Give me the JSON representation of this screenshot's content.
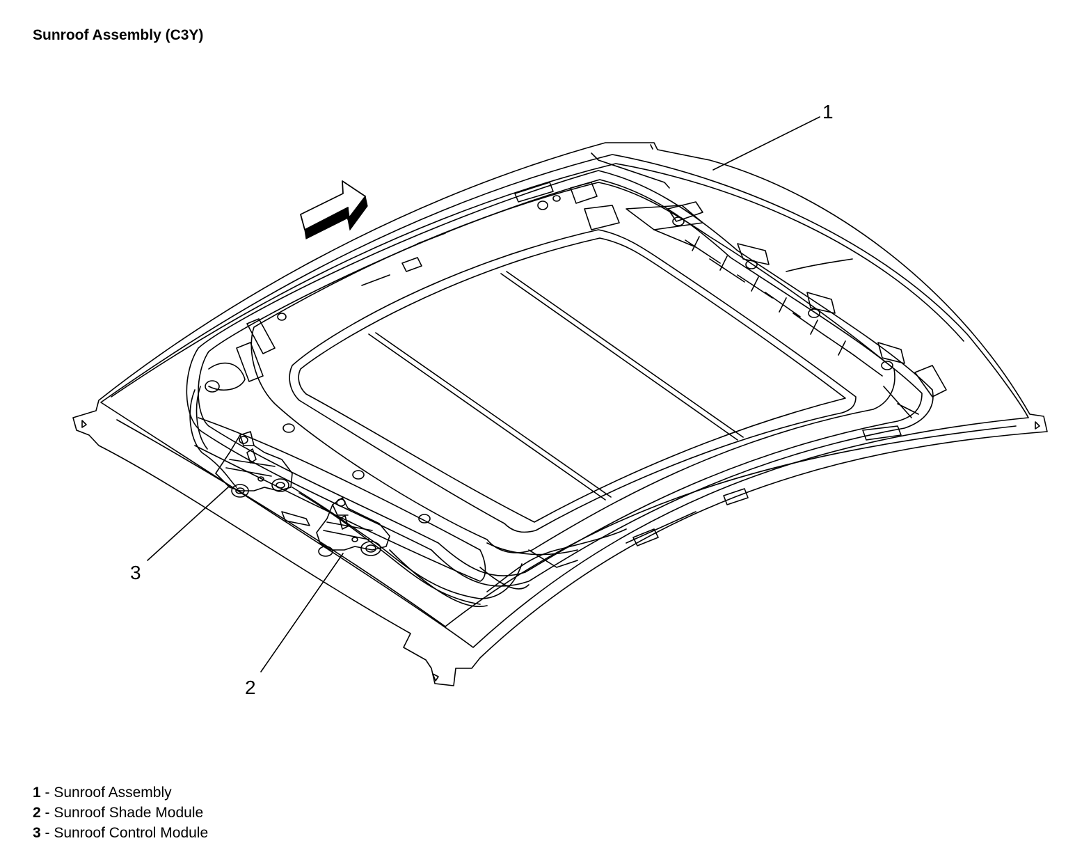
{
  "title": "Sunroof Assembly (C3Y)",
  "callouts": [
    {
      "number": "1",
      "target": "sunroof-assembly"
    },
    {
      "number": "2",
      "target": "sunroof-shade-module"
    },
    {
      "number": "3",
      "target": "sunroof-control-module"
    }
  ],
  "legend": [
    {
      "number": "1",
      "separator": " - ",
      "label": "Sunroof Assembly"
    },
    {
      "number": "2",
      "separator": " - ",
      "label": "Sunroof Shade Module"
    },
    {
      "number": "3",
      "separator": " - ",
      "label": "Sunroof Control Module"
    }
  ],
  "colors": {
    "line": "#000000",
    "background": "#ffffff",
    "shading": "#d9d9d9"
  },
  "icons": {
    "direction_arrow": "forward-arrow-icon"
  }
}
